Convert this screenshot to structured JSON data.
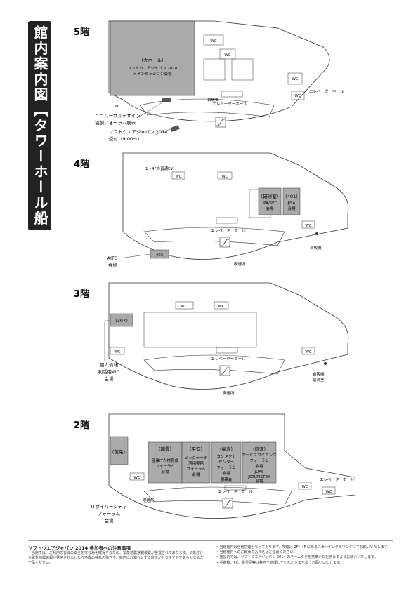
{
  "title": "館内案内図【タワーホール船堀】",
  "common": {
    "wc": "WC",
    "elevator_hall": "エレベーターホール"
  },
  "floors": {
    "f5": {
      "label": "5階",
      "main_hall_name": "（大ホール）",
      "main_hall_line1": "ソフトウエアジャパン 2014",
      "main_hall_line2": "メインセッション会場",
      "vending": "自販機",
      "callout_ud_line1": "ユニバーサルデザイン",
      "callout_ud_line2": "協創フォーラム展示",
      "callout_reception_line1": "ソフトウエアジャパン 2014",
      "callout_reception_line2": "受付（9:00〜）"
    },
    "f4": {
      "label": "4階",
      "direct_ev": "1〜4Fの直通EV",
      "training_name": "（研修室）",
      "training_line1": "IPA/SEC",
      "training_line2": "会場",
      "r401_name": "（401）",
      "r401_line1": "JISA",
      "r401_line2": "会場",
      "r403_name": "（403）",
      "callout_aitc_line1": "AITC",
      "callout_aitc_line2": "会場",
      "smoking": "喫煙所",
      "vending": "自販機"
    },
    "f3": {
      "label": "3階",
      "r307_name": "（307）",
      "callout_line1": "個人情報",
      "callout_line2": "利活用WG",
      "callout_line3": "会場",
      "smoking": "喫煙所",
      "vending_line1": "自販機",
      "vending_line2": "給湯室"
    },
    "f2": {
      "label": "2階",
      "room_zuiun_name": "（瑞雲）",
      "room_zuiun_line1": "産業IT人材育成",
      "room_zuiun_line2": "フォーラム",
      "room_zuiun_line3": "会場",
      "room_heian_name": "（平安）",
      "room_heian_line1": "ビッグデータ",
      "room_heian_line2": "活用実務",
      "room_heian_line3": "フォーラム",
      "room_heian_line4": "会場",
      "room_fukuju_name": "（福寿）",
      "room_fukuju_line1": "コンタクト",
      "room_fukuju_line2": "センター",
      "room_fukuju_line3": "フォーラム",
      "room_fukuju_line4": "会場",
      "room_fukuju_line5": "懇親会",
      "room_koyou_name": "（航源）",
      "room_koyou_line1": "サービスサイエンス",
      "room_koyou_line2": "フォーラム",
      "room_koyou_line3": "会場",
      "room_koyou_line4": "JUAS",
      "room_koyou_line5": "JSTI/RISTEX",
      "room_koyou_line6": "会場",
      "room_houraku_name": "（蓬莱）",
      "smoking": "喫煙所",
      "callout_line1": "ITダイバーシティ",
      "callout_line2": "フォーラム",
      "callout_line3": "会場"
    }
  },
  "notes": {
    "title": "ソフトウエアジャパン 2014 参加者への注意事項",
    "body": "・当館では、ご利用の皆様の安全を守る為を確保するため、緊急地震速報装置が設置されております。気象庁から緊急地震速報が発信されましたら地震の揺れの強さや、館内にお知らせする放送が入りますのであらかじめご了承ください。",
    "items": [
      "当館館内は全館禁煙となっております。喫煙は 2F〜4F にあるスモーキングラウンジにてお願いいたします。",
      "当館館内へのご飲食のお持込はご遠慮ください。",
      "施設内では、ソフトウエアジャパン 2014 のネームタグを携帯いただきますようお願いいたします。",
      "手荷物、PC、貴重品等は各自で管理していただきますようお願いいたします。"
    ]
  }
}
